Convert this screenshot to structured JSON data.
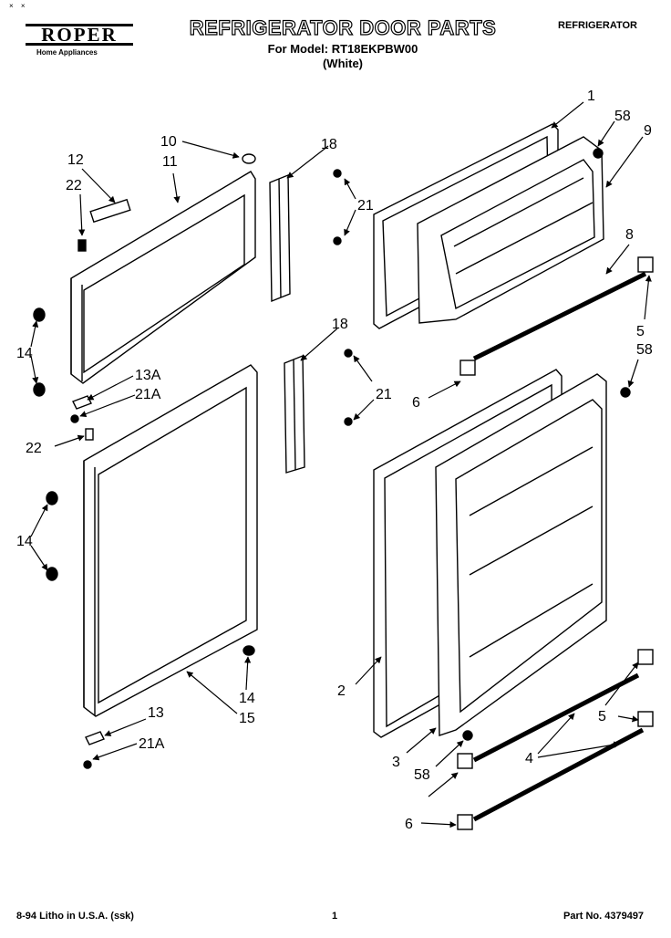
{
  "header": {
    "corner_marks": "× ×",
    "brand": "ROPER",
    "brand_sub": "Home Appliances",
    "title": "REFRIGERATOR DOOR PARTS",
    "model_line": "For Model: RT18EKPBW00",
    "color_line": "(White)",
    "category": "REFRIGERATOR"
  },
  "footer": {
    "litho": "8-94 Litho in U.S.A. (ssk)",
    "page": "1",
    "part_no": "Part No. 4379497"
  },
  "callouts": {
    "c1": "1",
    "c58a": "58",
    "c9": "9",
    "c10": "10",
    "c11": "11",
    "c12": "12",
    "c18a": "18",
    "c21a": "21",
    "c22a": "22",
    "c14a": "14",
    "c13A": "13A",
    "c21Aa": "21A",
    "c22b": "22",
    "c8": "8",
    "c5a": "5",
    "c58b": "58",
    "c6a": "6",
    "c18b": "18",
    "c21b": "21",
    "c14b": "14",
    "c14c": "14",
    "c15": "15",
    "c13": "13",
    "c21Ab": "21A",
    "c2": "2",
    "c3": "3",
    "c58c": "58",
    "c4": "4",
    "c5b": "5",
    "c6b": "6"
  }
}
